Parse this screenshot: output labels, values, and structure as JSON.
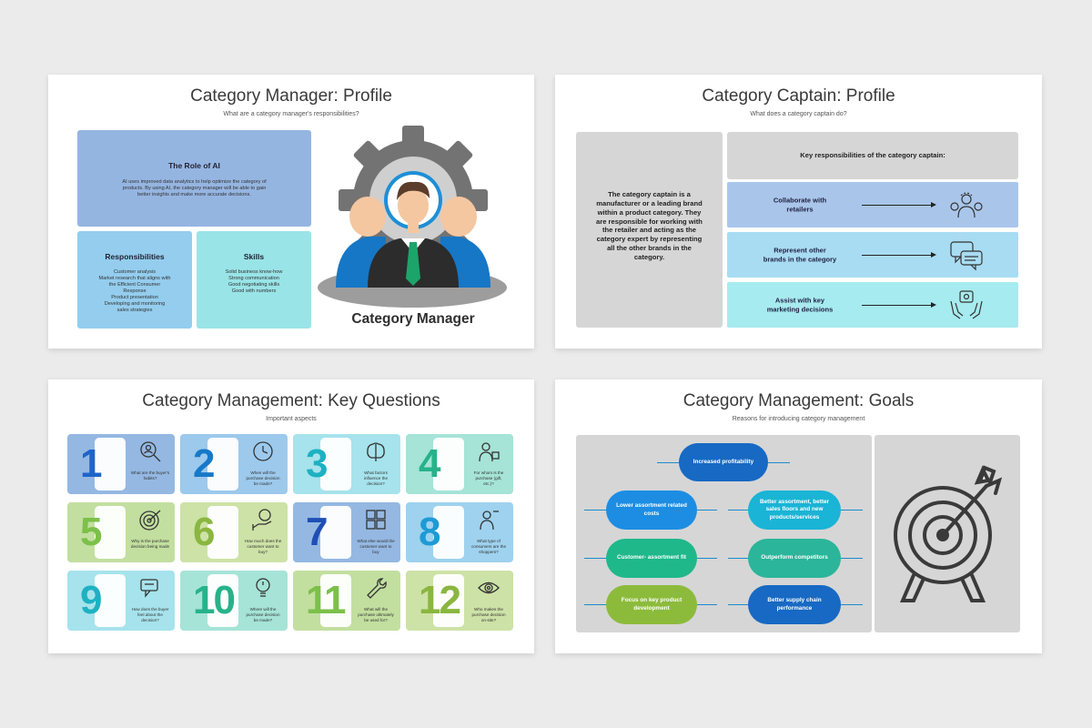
{
  "slide1": {
    "title": "Category Manager: Profile",
    "subtitle": "What are a category manager's responsibilities?",
    "ai_box": {
      "heading": "The Role of AI",
      "lines": [
        "AI uses improved data analytics to help optimize the category of",
        "products. By using AI, the category manager will be able to gain",
        "better insights and make more accurate decisions."
      ]
    },
    "responsibilities": {
      "heading": "Responsibilities",
      "lines": [
        "Customer analysis",
        "Market research that aligns with",
        "the Efficient Consumer",
        "Response",
        "Product presentation",
        "Developing and monitoring",
        "sales strategies"
      ]
    },
    "skills": {
      "heading": "Skills",
      "lines": [
        "Solid business know-how",
        "Strong communication",
        "Good negotiating skills",
        "Good with numbers"
      ]
    },
    "illustration_caption": "Category Manager"
  },
  "slide2": {
    "title": "Category Captain: Profile",
    "subtitle": "What does a category captain do?",
    "description_lines": [
      "The category captain is a",
      "manufacturer or a leading brand",
      "within a product category. They",
      "are responsible for working with",
      "the retailer and acting as the",
      "category expert by representing",
      "all the other brands in the",
      "category."
    ],
    "header": "Key responsibilities of the category captain:",
    "rows": [
      {
        "lines": [
          "Collaborate with",
          "retailers"
        ],
        "icon": "collaboration-icon",
        "color": "#a9c6ea"
      },
      {
        "lines": [
          "Represent other",
          "brands in the category"
        ],
        "icon": "chat-bubbles-icon",
        "color": "#a8dcf2"
      },
      {
        "lines": [
          "Assist with key",
          "marketing decisions"
        ],
        "icon": "hands-decision-icon",
        "color": "#a6ebef"
      }
    ]
  },
  "slide3": {
    "title": "Category Management: Key Questions",
    "subtitle": "Important aspects",
    "questions": [
      {
        "num": "1",
        "lines": [
          "What are the buyer's",
          "habits?"
        ],
        "icon": "magnifier-person-icon",
        "bg": "#94b8e2",
        "color": "#1f64c8"
      },
      {
        "num": "2",
        "lines": [
          "When will the",
          "purchase decision",
          "be made?"
        ],
        "icon": "clock-icon",
        "bg": "#9cc9ec",
        "color": "#1779c9"
      },
      {
        "num": "3",
        "lines": [
          "What factors",
          "influence the",
          "decision?"
        ],
        "icon": "brain-icon",
        "bg": "#a6e3ec",
        "color": "#1eb1c2"
      },
      {
        "num": "4",
        "lines": [
          "For whom is the",
          "purchase (gift,",
          "etc.)?"
        ],
        "icon": "gift-person-icon",
        "bg": "#a5e4d7",
        "color": "#27b28a"
      },
      {
        "num": "5",
        "lines": [
          "Why is the purchase",
          "decision being made"
        ],
        "icon": "target-icon",
        "bg": "#c2df9f",
        "color": "#7cc04a"
      },
      {
        "num": "6",
        "lines": [
          "How much does the",
          "customer want to",
          "buy?"
        ],
        "icon": "money-hand-icon",
        "bg": "#cde2a6",
        "color": "#8ab640"
      },
      {
        "num": "7",
        "lines": [
          "What else would the",
          "customer want to",
          "buy"
        ],
        "icon": "puzzle-icon",
        "bg": "#94b8e2",
        "color": "#1f4fb5"
      },
      {
        "num": "8",
        "lines": [
          "What type of",
          "consumers are the",
          "shoppers?"
        ],
        "icon": "shopper-icon",
        "bg": "#9ed2ee",
        "color": "#1e9ad4"
      },
      {
        "num": "9",
        "lines": [
          "How does the buyer",
          "feel about the",
          "decision?"
        ],
        "icon": "speech-icon",
        "bg": "#a6e3ec",
        "color": "#1eb1c2"
      },
      {
        "num": "10",
        "lines": [
          "Where will the",
          "purchase decision",
          "be made?"
        ],
        "icon": "location-bulb-icon",
        "bg": "#a5e4d7",
        "color": "#27b28a"
      },
      {
        "num": "11",
        "lines": [
          "What will the",
          "purchase ultimately",
          "be used for?"
        ],
        "icon": "wrench-icon",
        "bg": "#c2df9f",
        "color": "#7cc04a"
      },
      {
        "num": "12",
        "lines": [
          "Who makes the",
          "purchase decision",
          "on-site?"
        ],
        "icon": "eye-icon",
        "bg": "#cde2a6",
        "color": "#8ab640"
      }
    ]
  },
  "slide4": {
    "title": "Category Management: Goals",
    "subtitle": "Reasons for introducing category management",
    "goals": [
      {
        "lines": [
          "Increased profitability"
        ],
        "color": "#1769c3"
      },
      {
        "lines": [
          "Lower assortment related",
          "costs"
        ],
        "color": "#1c8de3"
      },
      {
        "lines": [
          "Better assortment, better",
          "sales floors and new",
          "products/services"
        ],
        "color": "#19b4d6"
      },
      {
        "lines": [
          "Customer- assortment fit"
        ],
        "color": "#1fb88a"
      },
      {
        "lines": [
          "Outperform competitors"
        ],
        "color": "#2bb59a"
      },
      {
        "lines": [
          "Focus on key product",
          "development"
        ],
        "color": "#8cbb3c"
      },
      {
        "lines": [
          "Better supply chain",
          "performance"
        ],
        "color": "#1769c3"
      }
    ],
    "image": "target-arrow-icon"
  }
}
